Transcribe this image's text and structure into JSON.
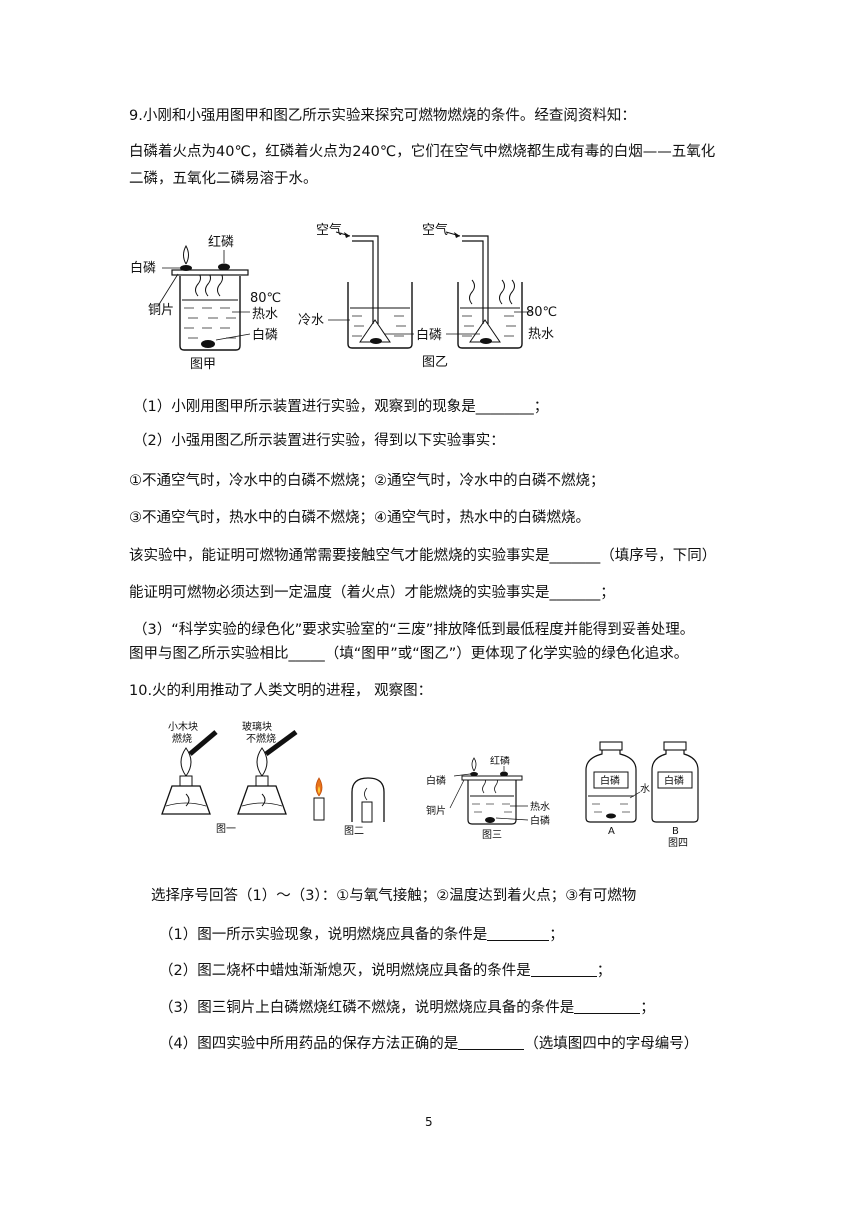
{
  "q9": {
    "line1": "9.小刚和小强用图甲和图乙所示实验来探究可燃物燃烧的条件。经查阅资料知：",
    "line2": "白磷着火点为40℃，红磷着火点为240℃，它们在空气中燃烧都生成有毒的白烟——五氧化",
    "line3": "二磷，五氧化二磷易溶于水。",
    "fig_jia": {
      "red_p": "红磷",
      "white_p": "白磷",
      "copper": "铜片",
      "temp": "80℃",
      "hot_water": "热水",
      "white_p_bottom": "白磷",
      "caption": "图甲"
    },
    "fig_yi": {
      "air1": "空气",
      "air2": "空气",
      "cold_water": "冷水",
      "white_p": "白磷",
      "temp": "80℃",
      "hot_water": "热水",
      "caption": "图乙"
    },
    "p1": "（1）小刚用图甲所示装置进行实验，观察到的现象是________；",
    "p2": "（2）小强用图乙所示装置进行实验，得到以下实验事实：",
    "p3": "①不通空气时，冷水中的白磷不燃烧；②通空气时，冷水中的白磷不燃烧；",
    "p4": "③不通空气时，热水中的白磷不燃烧；④通空气时，热水中的白磷燃烧。",
    "p5": "该实验中，能证明可燃物通常需要接触空气才能燃烧的实验事实是_______（填序号，下同）",
    "p6": "能证明可燃物必须达到一定温度（着火点）才能燃烧的实验事实是_______；",
    "p7": "（3）“科学实验的绿色化”要求实验室的“三废”排放降低到最低程度并能得到妥善处理。",
    "p8": "图甲与图乙所示实验相比_____（填“图甲”或“图乙”）更体现了化学实验的绿色化追求。"
  },
  "q10": {
    "line1": "10.火的利用推动了人类文明的进程， 观察图：",
    "fig1": {
      "wood_l1": "小木块",
      "wood_l2": "燃烧",
      "glass_l1": "玻璃块",
      "glass_l2": "不燃烧",
      "caption": "图一"
    },
    "fig2": {
      "caption": "图二"
    },
    "fig3": {
      "red_p": "红磷",
      "white_p": "白磷",
      "copper": "铜片",
      "hot_water": "热水",
      "white_p_bottom": "白磷",
      "caption": "图三"
    },
    "fig4": {
      "label_a": "白磷",
      "water": "水",
      "label_b": "白磷",
      "a": "A",
      "b": "B",
      "caption": "图四"
    },
    "intro": "选择序号回答（1）～（3）：①与氧气接触；②温度达到着火点；③有可燃物",
    "s1": "（1）图一所示实验现象，说明燃烧应具备的条件是",
    "s1_end": "；",
    "s2": "（2）图二烧杯中蜡烛渐渐熄灭，说明燃烧应具备的条件是",
    "s2_end": "；",
    "s3": "（3）图三铜片上白磷燃烧红磷不燃烧，说明燃烧应具备的条件是",
    "s3_end": "；",
    "s4": "（4）图四实验中所用药品的保存方法正确的是",
    "s4_end": "（选填图四中的字母编号）"
  },
  "page_number": "5"
}
